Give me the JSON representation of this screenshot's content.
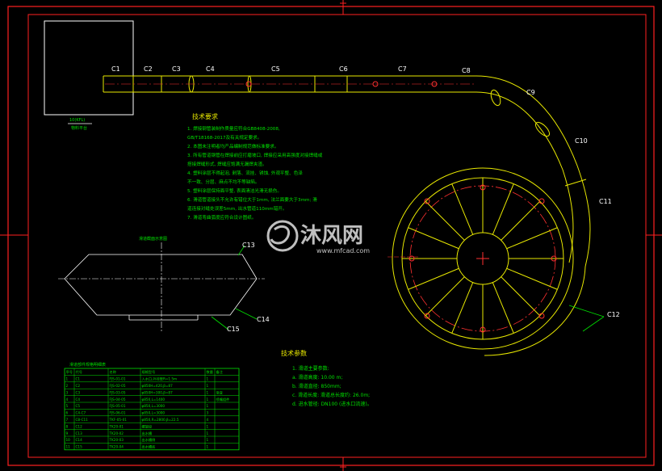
{
  "pipe_labels": [
    "C1",
    "C2",
    "C3",
    "C4",
    "C5",
    "C6",
    "C7",
    "C8",
    "C9",
    "C10",
    "C11",
    "C12",
    "C13",
    "C14",
    "C15"
  ],
  "hopper": {
    "line1": "10(KFL)",
    "line2": "物料平台"
  },
  "tech_req": {
    "title": "技术要求",
    "lines": [
      "1. 焊接钢管装制作质量应符合GB8408-2008,",
      "   GB/T18168-2017及有关规定要求。",
      "2. 本图未注明者均产品编制规范做标准要求。",
      "3. 所有管道钢管在焊接前应打磨坡口, 焊接应采用高强度对接焊缝或",
      "   搭接焊缝形式, 焊缝应饱满无漏焊夹渣。",
      "4. 塑料涂层不得起泡, 剥落、流挂、锈蚀, 外观平整、色泽",
      "   不一致、分层、麻点不均不等缺陷。",
      "5. 塑料涂层保持面平整, 表面清洁光滑无损伤。",
      "6. 滑道管道接头不允许有错位大于1mm, 法兰面要大于3mm; 滑",
      "   道连接对缝处误差5mm, 出水管道110mm错开。",
      "7. 滑道弯曲弧度应符合设计图纸。"
    ]
  },
  "section_title": "滑道截面示意图",
  "params": {
    "title": "技术参数",
    "lines": [
      "1. 滑道主要参数:",
      "   a. 滑道高度: 10.00 m;",
      "   b. 滑道直径: 850mm;",
      "   c. 滑道长度: 滑道总长度约: 26.0m;",
      "   d. 进水管径: DN100 (进水口流速)。"
    ]
  },
  "watermark": {
    "name": "沐风网",
    "url": "www.mfcad.com"
  },
  "table": {
    "title": "滑道部件规格明细表",
    "headers": [
      "序号",
      "代号",
      "名称",
      "规格型号",
      "数量",
      "备注"
    ],
    "rows": [
      [
        "1",
        "C1",
        "FJS-01-01",
        "入水口,外径管R=1.5m",
        "1",
        ""
      ],
      [
        "2",
        "C2",
        "FJS-02-05",
        "φ850H=420,β=87",
        "1",
        ""
      ],
      [
        "3",
        "C3",
        "FJS-03-05",
        "φ850H=300,β=87",
        "1",
        "渐变"
      ],
      [
        "4",
        "C4",
        "FJS-04-05",
        "φ850,L=1400",
        "1",
        "喷嘴组件"
      ],
      [
        "5",
        "C5",
        "FJS-05-01",
        "φ850,L=3000",
        "1",
        ""
      ],
      [
        "6",
        "C4-C7",
        "FJS-06-01",
        "φ850,L=3000",
        "3",
        ""
      ],
      [
        "7",
        "C8-C11",
        "TKF-05-01",
        "φ850,R=2800,β=22.5",
        "4",
        ""
      ],
      [
        "8",
        "C12",
        "TK20-01",
        "螺旋段",
        "1",
        ""
      ],
      [
        "9",
        "C13",
        "TK20-02",
        "出水槽",
        "1",
        ""
      ],
      [
        "10",
        "C14",
        "TK20-03",
        "出水槽侧",
        "1",
        ""
      ],
      [
        "11",
        "C15",
        "TK20-04",
        "出水槽底",
        "1",
        ""
      ]
    ]
  },
  "colors": {
    "frame": "#ff2020",
    "line": "#e8e800",
    "text_green": "#00e000",
    "text_white": "#ffffff",
    "center": "#ff3030"
  }
}
